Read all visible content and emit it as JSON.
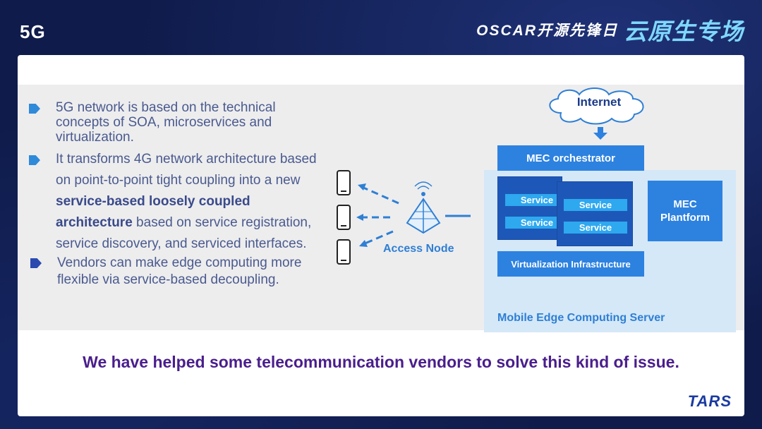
{
  "slide": {
    "title": "5G",
    "brand_oscar": "OSCAR开源先锋日",
    "brand_cn": "云原生专场"
  },
  "bullets": {
    "b1": "5G network is based on the technical concepts of SOA, microservices and virtualization.",
    "b2_pre": "It transforms 4G network architecture based on point-to-point tight coupling into a new ",
    "b2_bold": "service-based loosely coupled architecture",
    "b2_post": " based on service registration, service discovery, and serviced interfaces.",
    "b3": "Vendors can make edge computing more flexible via service-based decoupling."
  },
  "diagram": {
    "internet": "Internet",
    "access_node": "Access Node",
    "mec_orchestrator": "MEC orchestrator",
    "service": "Service",
    "mec_platform": "MEC Plantform",
    "virtualization": "Virtualization Infrastructure",
    "server_label": "Mobile Edge Computing Server"
  },
  "footer": {
    "statement": "We have helped some telecommunication vendors to solve this kind of  issue.",
    "logo": "TARS"
  },
  "colors": {
    "accent_blue": "#2d82e0",
    "dark_blue": "#1d58b8",
    "service_blue": "#2ea8ef",
    "statement_purple": "#4a1e8c",
    "background": "#0f1b4a"
  }
}
